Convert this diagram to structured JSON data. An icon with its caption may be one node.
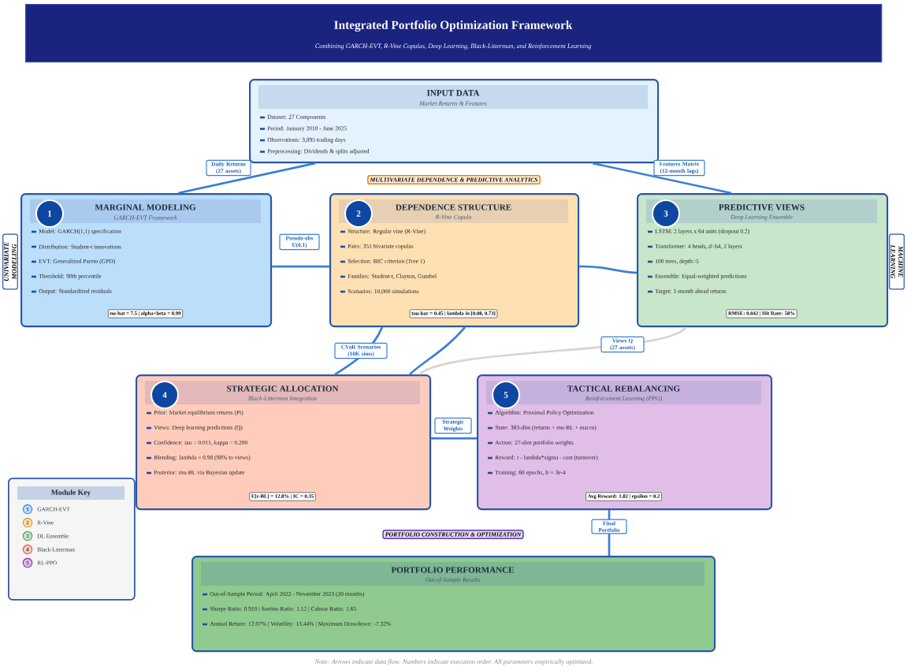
{
  "diagram": {
    "caption": "Note: Arrows indicate data flow. Numbers indicate execution order. All parameters empirically optimized.",
    "nodes": [
      {
        "text": [
          "Integrated Portfolio Optimization Framework",
          "Combining GARCH-EVT, R-Vine Copulas, Deep Learning, Black-Litterman, and Reinforcement Learning"
        ]
      },
      {
        "text": [
          "INPUT DATA",
          "Market Returns & Features",
          "Dataset: 27 Components",
          "Period: January 2010 - June 2025",
          "Observations: 3,895 trading days",
          "Preprocessing: Dividends & splits adjusted"
        ]
      },
      {
        "text": [
          "MARGINAL MODELING",
          "GARCH-EVT Framework",
          "Model: GARCH(1,1) specification",
          "Distribution: Student-t innovations",
          "EVT: Generalized Pareto (GPD)",
          "Threshold: 90th percentile",
          "Output: Standardized residuals",
          "nu-hat = 7.5 | alpha+beta = 0.99"
        ]
      },
      {
        "text": [
          "1"
        ],
        "in": 2
      },
      {
        "text": [
          "DEPENDENCE STRUCTURE",
          "R-Vine Copula",
          "Structure: Regular vine (R-Vine)",
          "Pairs: 351 bivariate copulas",
          "Selection: BIC criterion (Tree 1)",
          "Families: Student-t, Clayton, Gumbel",
          "Scenarios: 10,000 simulations",
          "tau-bar = 0.45 | lambda in [0.08, 0.73]"
        ]
      },
      {
        "text": [
          "2"
        ],
        "in": 4
      },
      {
        "text": [
          "PREDICTIVE VIEWS",
          "Deep Learning Ensemble",
          "LSTM: 2 layers x 64 units (dropout 0.2)",
          "Transformer: 4 heads, d=64, 2 layers",
          "100 trees, depth=5",
          "Ensemble: Equal-weighted predictions",
          "Target: 1-month ahead returns",
          "RMSE: 0.042 | Hit Rate: 58%"
        ]
      },
      {
        "text": [
          "3"
        ],
        "in": 6
      },
      {
        "text": [
          "STRATEGIC ALLOCATION",
          "Black-Litterman Integration",
          "Prior: Market equilibrium returns (Pi)",
          "Views: Deep learning predictions (Q)",
          "Confidence: tau = 0.011, kappa = 0.200",
          "Blending: lambda = 0.98 (98% to views)",
          "Posterior: mu-BL via Bayesian update",
          "E[r-BL] = 12.8% | IC = 0.35"
        ]
      },
      {
        "text": [
          "4"
        ],
        "in": 8
      },
      {
        "text": [
          "TACTICAL REBALANCING",
          "Reinforcement Learning (PPO)",
          "Algorithm: Proximal Policy Optimization",
          "State: 383-dim (returns + mu-BL + macro)",
          "Action: 27-dim portfolio weights",
          "Reward: r - lambda*sigma - cost (turnover)",
          "Training: 60 epochs, lr = 3e-4",
          "Avg Reward: 1.82 | epsilon = 0.2"
        ]
      },
      {
        "text": [
          "5"
        ],
        "in": 10
      },
      {
        "text": [
          "PORTFOLIO PERFORMANCE",
          "Out-of-Sample Results",
          "Out-of-Sample Period: April 2022 - November 2023 (20 months)",
          "Sharpe Ratio: 0.910 | Sortino Ratio: 1.12 | Calmar Ratio: 1.65",
          "Annual Return: 12.07% | Volatility: 13.44% | Maximum Drawdown: -7.32%"
        ]
      },
      {
        "text": [
          "Module Key"
        ]
      },
      {
        "text": [
          "1",
          "GARCH-EVT"
        ],
        "in": 13
      },
      {
        "text": [
          "2",
          "R-Vine"
        ],
        "in": 13
      },
      {
        "text": [
          "3",
          "DL Ensemble"
        ],
        "in": 13
      },
      {
        "text": [
          "4",
          "Black-Litterman"
        ],
        "in": 13
      },
      {
        "text": [
          "5",
          "RL-PPO"
        ],
        "in": 13
      },
      {
        "text": [
          "UNIVARIATE MODELING"
        ]
      },
      {
        "text": [
          "MULTIVARIATE DEPENDENCE & PREDICTIVE ANALYTICS"
        ]
      },
      {
        "text": [
          "MACHINE LEARNING"
        ]
      },
      {
        "text": [
          "PORTFOLIO CONSTRUCTION & OPTIMIZATION"
        ]
      }
    ],
    "edges": [
      {
        "from": 1,
        "to": 2,
        "arrow": "none",
        "label": "Daily Returns (27 assets)"
      },
      {
        "from": 1,
        "to": 6,
        "arrow": "none",
        "label": "Features Matrix (12-month lags)"
      },
      {
        "from": 2,
        "to": 4,
        "arrow": "none",
        "label": "Pseudo-obs U(0,1)"
      },
      {
        "from": 4,
        "to": 6,
        "arrow": "none"
      },
      {
        "from": 4,
        "to": 8,
        "arrow": "none",
        "label": "CVaR Scenarios (10K sims)"
      },
      {
        "from": 4,
        "to": 8,
        "arrow": "none"
      },
      {
        "from": 6,
        "to": 8,
        "arrow": "none",
        "label": "Views Q (27 assets)",
        "color": "#d9d4cc"
      },
      {
        "from": 8,
        "to": 10,
        "arrow": "none",
        "label": "Strategic Weights"
      },
      {
        "from": 10,
        "to": 12,
        "arrow": "none",
        "label": "Final Portfolio"
      }
    ]
  }
}
